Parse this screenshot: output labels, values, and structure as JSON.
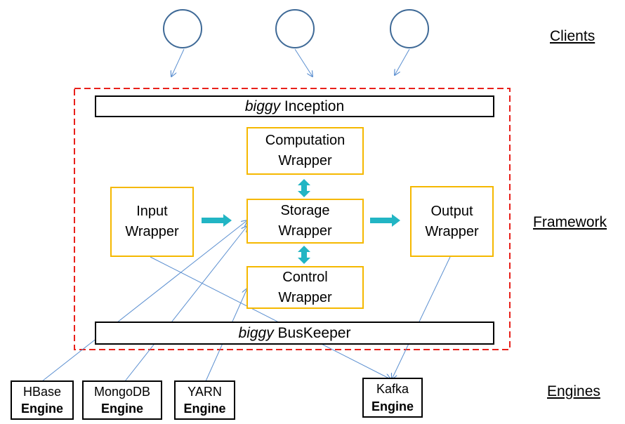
{
  "layers": {
    "clients": "Clients",
    "framework": "Framework",
    "engines": "Engines"
  },
  "inception": {
    "emph": "biggy",
    "rest": " Inception"
  },
  "buskeeper": {
    "emph": "biggy",
    "rest": " BusKeeper"
  },
  "wrappers": {
    "computation": [
      "Computation",
      "Wrapper"
    ],
    "input": [
      "Input",
      "Wrapper"
    ],
    "storage": [
      "Storage",
      "Wrapper"
    ],
    "output": [
      "Output",
      "Wrapper"
    ],
    "control": [
      "Control",
      "Wrapper"
    ]
  },
  "engines": {
    "hbase": [
      "HBase",
      "Engine"
    ],
    "mongodb": [
      "MongoDB",
      "Engine"
    ],
    "yarn": [
      "YARN",
      "Engine"
    ],
    "kafka": [
      "Kafka",
      "Engine"
    ]
  },
  "colors": {
    "framework_border": "#e8201a",
    "wrapper_border": "#f5b800",
    "client_circle": "#3f6a97",
    "connector_line": "#5b8fd0",
    "block_arrow": "#22b5c4"
  }
}
